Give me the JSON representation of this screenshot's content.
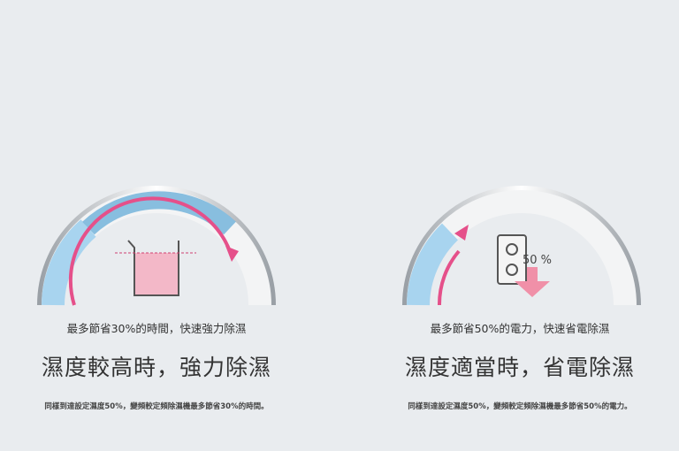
{
  "panels": [
    {
      "subtitle": "最多節省30%的時間，快速強力除濕",
      "headline": "濕度較高時，強力除濕",
      "footnote": "同樣到達設定濕度50%，變頻較定頻除濕機最多節省30%的時間。"
    },
    {
      "subtitle": "最多節省50%的電力，快速省電除濕",
      "headline": "濕度適當時，省電除濕",
      "footnote": "同樣到達設定濕度50%，變頻較定頻除濕機最多節省50%的電力。",
      "power_label": "50 %"
    }
  ],
  "colors": {
    "accent": "#e5508a",
    "water": "#a8d4ef",
    "background": "#e9ecef"
  }
}
